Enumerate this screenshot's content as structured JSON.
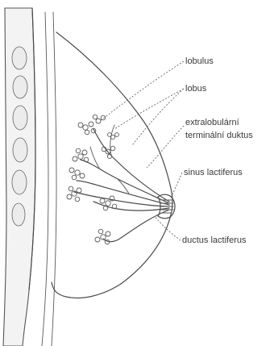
{
  "labels": {
    "lobulus": "lobulus",
    "lobus": "lobus",
    "extralobular_line1": "extralobulární",
    "extralobular_line2": "terminální duktus",
    "sinus": "sinus lactiferus",
    "ductus": "ductus lactiferus"
  },
  "colors": {
    "ink": "#4a4a4a",
    "tissue": "#f7f7f7",
    "background": "#ffffff"
  }
}
